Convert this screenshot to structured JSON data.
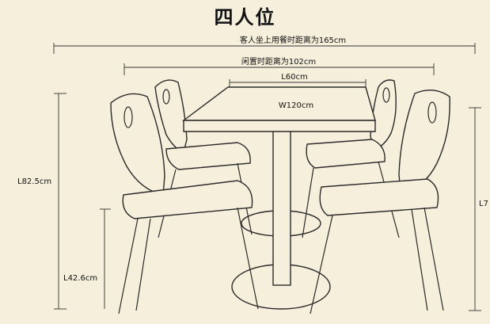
{
  "title": "四人位",
  "dimensions": {
    "overall_width": "客人坐上用餐时距离为165cm",
    "idle_width": "闲置时距离为102cm",
    "table_length": "L60cm",
    "table_width": "W120cm",
    "total_height": "L82.5cm",
    "seat_height": "L42.6cm",
    "right_height_partial": "L7"
  }
}
